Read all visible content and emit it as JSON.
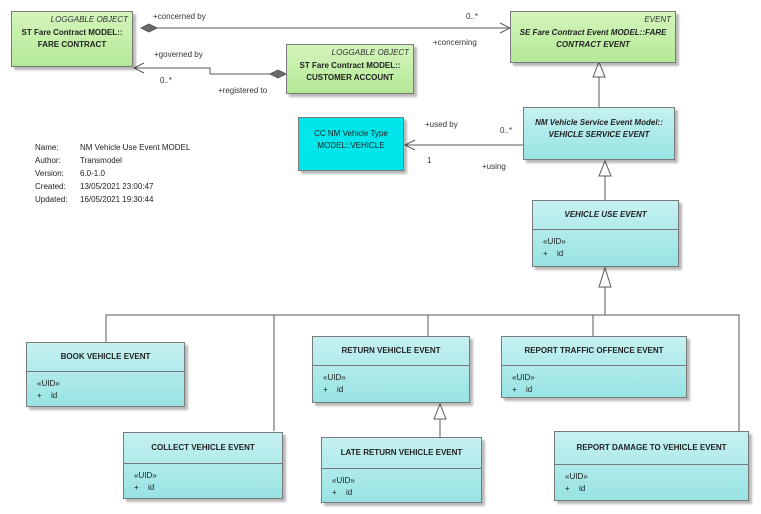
{
  "connectors": {
    "concerned_by": "+concerned by",
    "concerned_by_mult": "0..*",
    "concerning": "+concerning",
    "governed_by": "+governed by",
    "governed_by_mult": "0..*",
    "registered_to": "+registered to",
    "used_by": "+used by",
    "used_by_mult": "0..*",
    "using": "+using",
    "using_mult": "1"
  },
  "classes": {
    "fare_contract": {
      "stereotype": "LOGGABLE OBJECT",
      "name_line1": "ST Fare Contract MODEL::",
      "name_line2": "FARE CONTRACT"
    },
    "customer_account": {
      "stereotype": "LOGGABLE OBJECT",
      "name_line1": "ST Fare Contract MODEL::",
      "name_line2": "CUSTOMER ACCOUNT"
    },
    "fare_contract_event": {
      "stereotype": "EVENT",
      "name_line1": "SE Fare Contract Event MODEL::FARE",
      "name_line2": "CONTRACT EVENT"
    },
    "vehicle": {
      "name_line1": "CC NM Vehicle Type",
      "name_line2": "MODEL::VEHICLE"
    },
    "vehicle_service_event": {
      "name_line1": "NM Vehicle Service Event Model::",
      "name_line2": "VEHICLE SERVICE EVENT"
    },
    "vehicle_use_event": {
      "name": "VEHICLE USE EVENT",
      "uid": "«UID»",
      "vis": "+",
      "attr": "id"
    },
    "book_vehicle_event": {
      "name": "BOOK VEHICLE EVENT",
      "uid": "«UID»",
      "vis": "+",
      "attr": "id"
    },
    "return_vehicle_event": {
      "name": "RETURN VEHICLE EVENT",
      "uid": "«UID»",
      "vis": "+",
      "attr": "id"
    },
    "report_traffic_offence_event": {
      "name": "REPORT TRAFFIC OFFENCE EVENT",
      "uid": "«UID»",
      "vis": "+",
      "attr": "id"
    },
    "collect_vehicle_event": {
      "name": "COLLECT VEHICLE EVENT",
      "uid": "«UID»",
      "vis": "+",
      "attr": "id"
    },
    "late_return_vehicle_event": {
      "name": "LATE RETURN VEHICLE EVENT",
      "uid": "«UID»",
      "vis": "+",
      "attr": "id"
    },
    "report_damage_to_vehicle_event": {
      "name": "REPORT DAMAGE TO VEHICLE EVENT",
      "uid": "«UID»",
      "vis": "+",
      "attr": "id"
    }
  },
  "metadata": {
    "name_label": "Name:",
    "name_value": "NM Vehicle Use Event MODEL",
    "author_label": "Author:",
    "author_value": "Transmodel",
    "version_label": "Version:",
    "version_value": "6.0-1.0",
    "created_label": "Created:",
    "created_value": "13/05/2021 23:00:47",
    "updated_label": "Updated:",
    "updated_value": "16/05/2021 19:30:44"
  },
  "colors": {
    "loggable_fill": "#c4f0a8",
    "event_fill": "#aee9ea",
    "vehicle_fill": "#00e6ea",
    "line": "#5a5a5a"
  }
}
